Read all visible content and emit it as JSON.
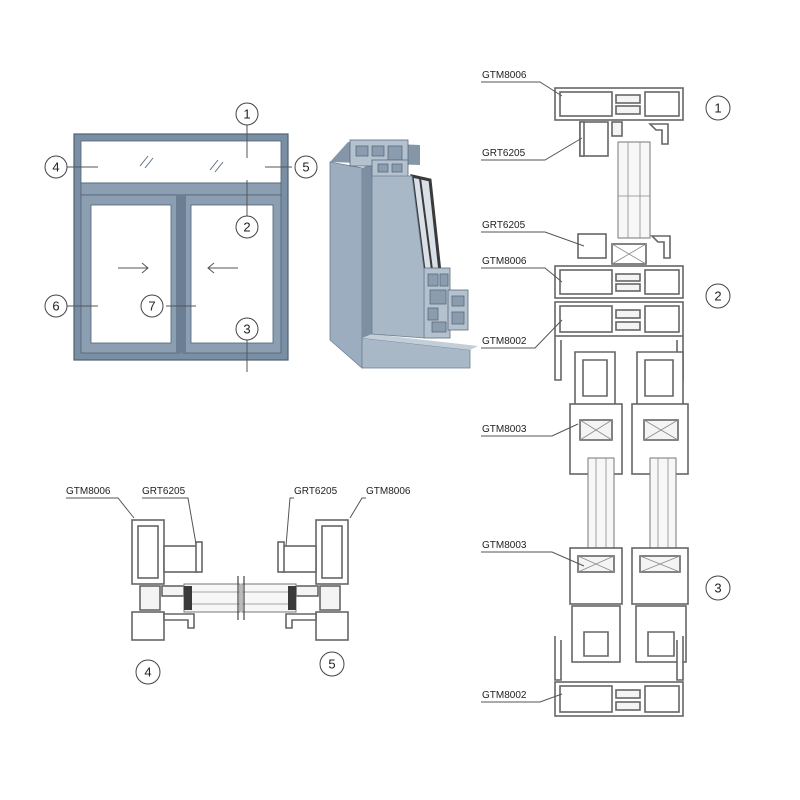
{
  "callouts": {
    "elevation": [
      "1",
      "2",
      "3",
      "4",
      "5",
      "6",
      "7"
    ],
    "vertical": [
      "1",
      "2",
      "3"
    ],
    "horizontal": [
      "4",
      "5"
    ]
  },
  "vertical_labels": {
    "top_gtm8006": "GTM8006",
    "top_grt6205": "GRT6205",
    "mid_grt6205": "GRT6205",
    "mid_gtm8006": "GTM8006",
    "mid_gtm8002": "GTM8002",
    "sash_gtm8003_a": "GTM8003",
    "sash_gtm8003_b": "GTM8003",
    "bottom_gtm8002": "GTM8002"
  },
  "horizontal_labels": {
    "left_gtm8006": "GTM8006",
    "left_grt6205": "GRT6205",
    "right_grt6205": "GRT6205",
    "right_gtm8006": "GTM8006"
  },
  "colors": {
    "frame": "#7b8fa4",
    "frame_dark": "#4f6274",
    "profile_face": "#a9b8c7",
    "profile_side": "#8596a8",
    "glass_seal": "#3a3a3a"
  }
}
